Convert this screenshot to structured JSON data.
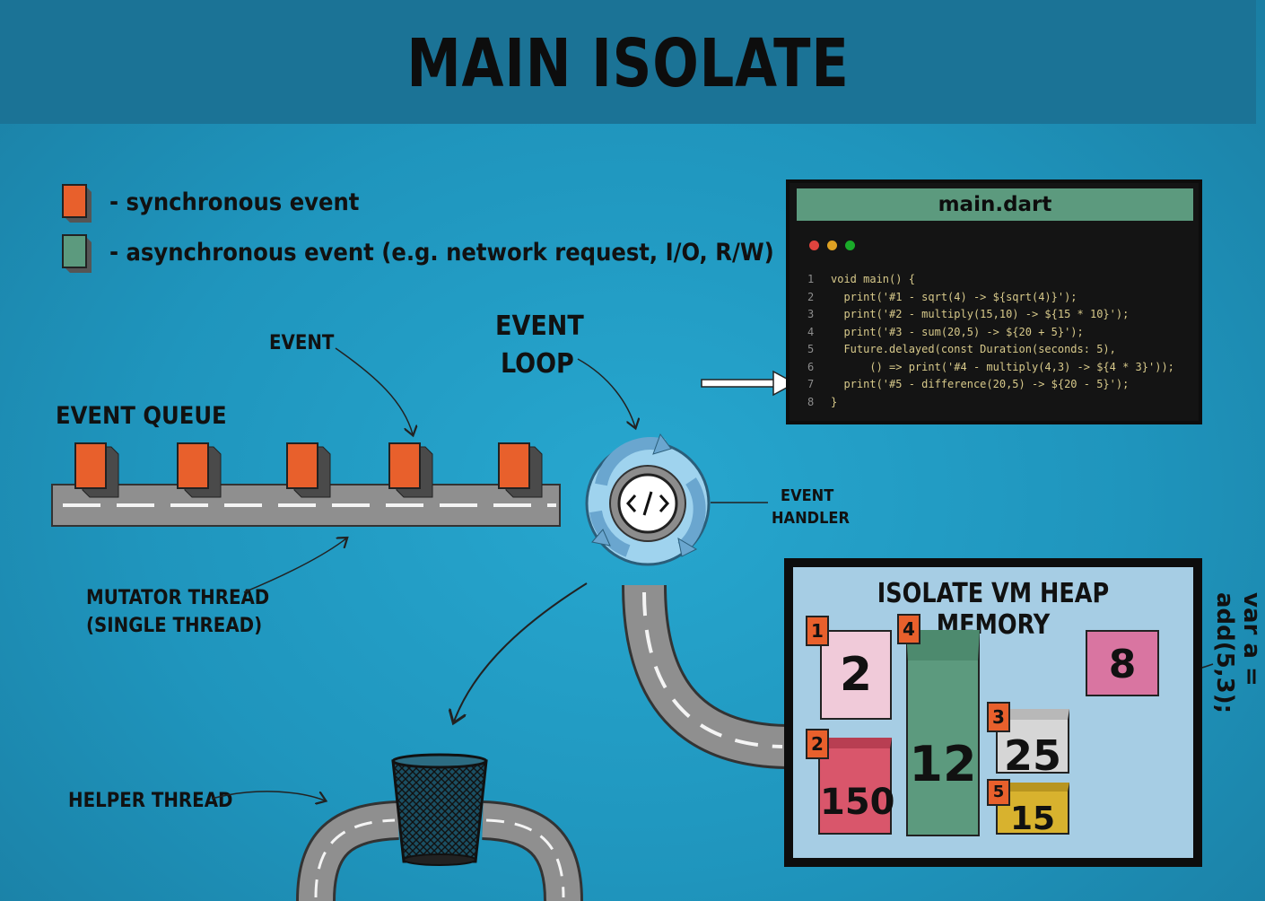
{
  "title": "MAIN ISOLATE",
  "legend": {
    "sync": "- synchronous event",
    "async": "- asynchronous event (e.g. network request, I/O, R/W)"
  },
  "labels": {
    "event": "EVENT",
    "event_loop_1": "EVENT",
    "event_loop_2": "LOOP",
    "event_queue": "EVENT QUEUE",
    "event_handler_1": "EVENT",
    "event_handler_2": "HANDLER",
    "mutator_1": "MUTATOR THREAD",
    "mutator_2": "(SINGLE THREAD)",
    "helper": "HELPER THREAD"
  },
  "code": {
    "filename": "main.dart",
    "lines": [
      {
        "n": "1",
        "text": "void main() {"
      },
      {
        "n": "2",
        "text": "  print('#1 - sqrt(4) -> ${sqrt(4)}');"
      },
      {
        "n": "3",
        "text": "  print('#2 - multiply(15,10) -> ${15 * 10}');"
      },
      {
        "n": "4",
        "text": "  print('#3 - sum(20,5) -> ${20 + 5}');"
      },
      {
        "n": "5",
        "text": "  Future.delayed(const Duration(seconds: 5),"
      },
      {
        "n": "6",
        "text": "      () => print('#4 - multiply(4,3) -> ${4 * 3}'));"
      },
      {
        "n": "7",
        "text": "  print('#5 - difference(20,5) -> ${20 - 5}');"
      },
      {
        "n": "8",
        "text": "}"
      }
    ]
  },
  "heap": {
    "title": "ISOLATE VM HEAP MEMORY",
    "blocks": [
      {
        "badge": "1",
        "value": "2"
      },
      {
        "badge": "2",
        "value": "150"
      },
      {
        "badge": "4",
        "value": "12"
      },
      {
        "badge": "3",
        "value": "25"
      },
      {
        "badge": "5",
        "value": "15"
      },
      {
        "badge": "",
        "value": "8"
      }
    ]
  },
  "side_note": "var a = add(5,3);",
  "colors": {
    "sync": "#e8602c",
    "async": "#5c9a7e",
    "header": "#1b7396"
  }
}
